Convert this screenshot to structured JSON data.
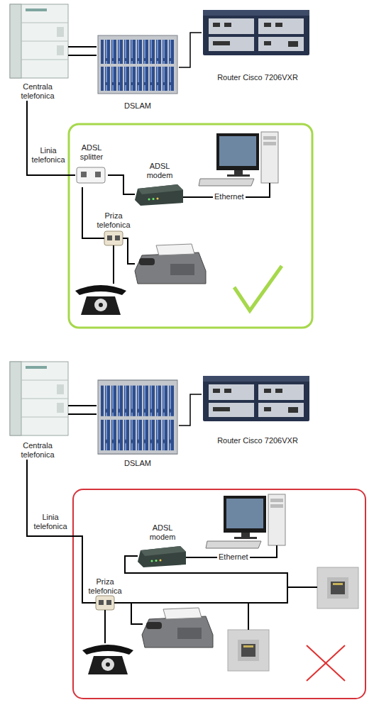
{
  "diagram": {
    "nodes": [
      {
        "text": [
          "Centrala telefonica"
        ]
      },
      {
        "text": [
          "DSLAM"
        ]
      },
      {
        "text": [
          "Router Cisco 7206VXR"
        ]
      },
      {
        "text": [
          "ADSL splitter"
        ]
      },
      {
        "text": [
          "ADSL modem"
        ]
      },
      {
        "text": [
          "Priza telefonica"
        ]
      },
      {
        "text": [
          "Centrala telefonica"
        ]
      },
      {
        "text": [
          "DSLAM"
        ]
      },
      {
        "text": [
          "Router Cisco 7206VXR"
        ]
      },
      {
        "text": [
          "ADSL modem"
        ]
      },
      {
        "text": [
          "Priza telefonica"
        ]
      }
    ],
    "edges": [
      {
        "from": 0,
        "to": 1,
        "arrow": "none"
      },
      {
        "from": 1,
        "to": 2,
        "arrow": "none"
      },
      {
        "from": 0,
        "to": 3,
        "label": "Linia telefonica",
        "arrow": "none"
      },
      {
        "from": 3,
        "to": 4,
        "arrow": "none"
      },
      {
        "from": 3,
        "to": 5,
        "arrow": "none"
      },
      {
        "from": 6,
        "to": 7,
        "arrow": "none"
      },
      {
        "from": 7,
        "to": 8,
        "arrow": "none"
      },
      {
        "from": 6,
        "to": 10,
        "label": "Linia telefonica",
        "arrow": "none"
      },
      {
        "from": 10,
        "to": 9,
        "arrow": "none"
      }
    ],
    "labels": [
      "Ethernet",
      "Ethernet"
    ]
  }
}
